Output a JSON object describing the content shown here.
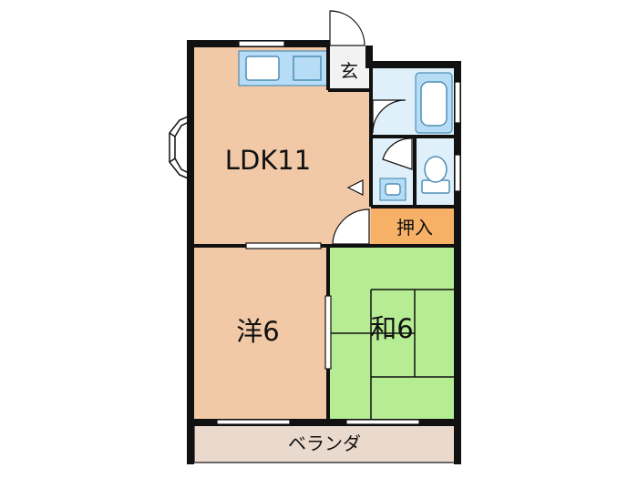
{
  "rooms": {
    "ldk": {
      "label": "LDK11"
    },
    "western": {
      "label": "洋6"
    },
    "japanese": {
      "label": "和6"
    },
    "entrance": {
      "label": "玄"
    },
    "closet": {
      "label": "押入"
    },
    "balcony": {
      "label": "ベランダ"
    }
  },
  "colors": {
    "ldk": "#f2c9a6",
    "western": "#f2c9a6",
    "japanese": "#b6ec93",
    "closet": "#f6b167",
    "entrance": "#f2f2f2",
    "wet": "#dff0fb",
    "balcony": "#ead9cd",
    "wall": "#111111",
    "fixture": "#b6ddf5",
    "fixture_stroke": "#4f8fb5"
  }
}
